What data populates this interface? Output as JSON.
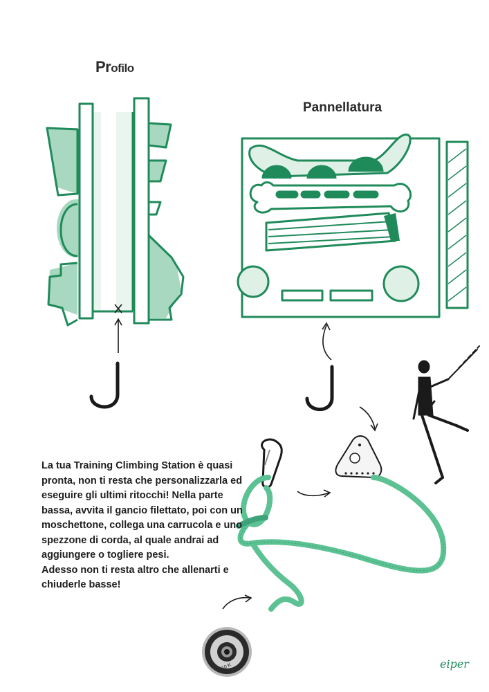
{
  "titles": {
    "profilo_first": "Pr",
    "profilo_rest": "ofilo",
    "pannellatura": "Pannellatura"
  },
  "instructions": {
    "paragraph1": "La tua Training Climbing Station è quasi pronta, non ti resta che personalizzarla ed eseguire gli ultimi ritocchi! Nella parte bassa, avvita il gancio filettato, poi con un moschettone, collega una carrucola e uno spezzone di corda, al quale andrai ad aggiungere o togliere pesi.",
    "paragraph2": "Adesso non ti resta altro che allenarti e chiuderle basse!"
  },
  "weight_label": "10 K",
  "signature": "eiper",
  "colors": {
    "green": "#1f8a5a",
    "light_green": "#a8d8bf",
    "ink": "#1a1a1a"
  }
}
